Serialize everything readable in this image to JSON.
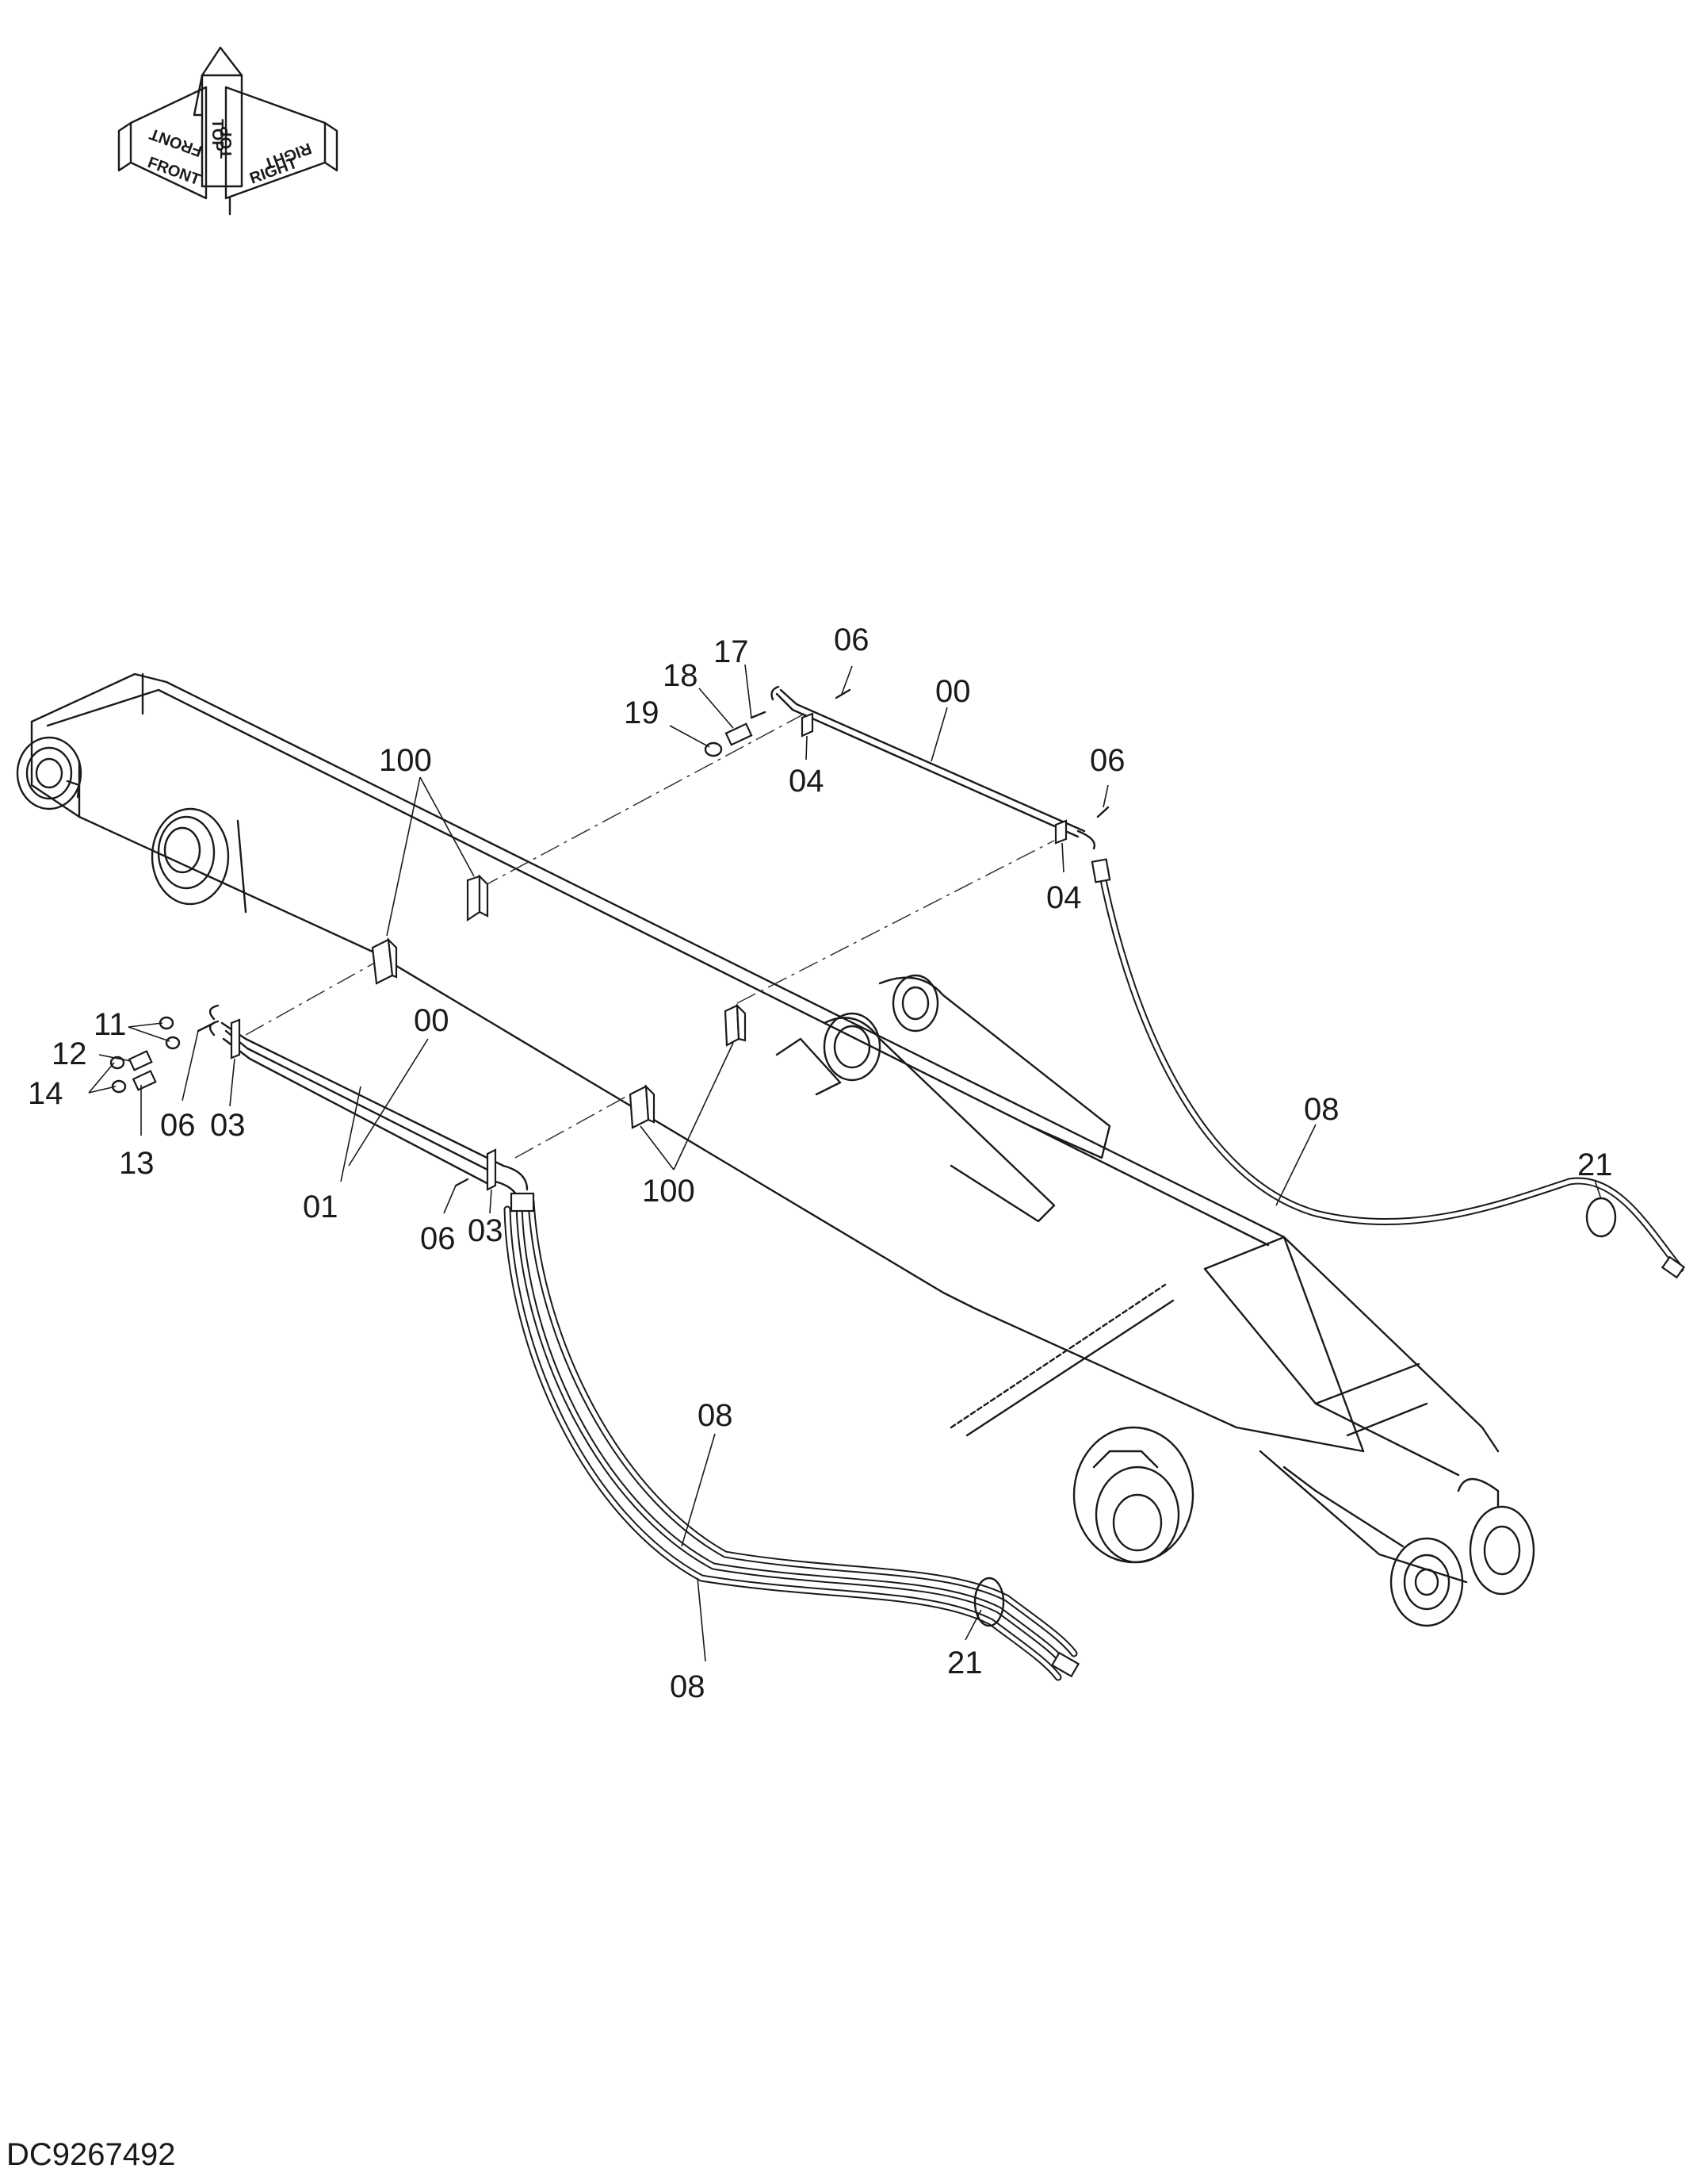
{
  "orientation": {
    "labels": [
      "FRONT",
      "TOP",
      "RIGHT"
    ],
    "labels_mirrored": [
      "FRONT",
      "TOP",
      "RIGHT"
    ]
  },
  "callouts": {
    "c00_upper": "00",
    "c06_upper_a": "06",
    "c06_upper_b": "06",
    "c17": "17",
    "c18": "18",
    "c19": "19",
    "c04_a": "04",
    "c04_b": "04",
    "c100_upper": "100",
    "c08_right": "08",
    "c21_right": "21",
    "c11": "11",
    "c12": "12",
    "c14": "14",
    "c13": "13",
    "c06_left": "06",
    "c03_left": "03",
    "c00_lower": "00",
    "c01": "01",
    "c06_lower": "06",
    "c03_lower": "03",
    "c100_lower": "100",
    "c08_mid_top": "08",
    "c08_mid_bottom": "08",
    "c21_bottom": "21"
  },
  "document_id": "DC9267492",
  "icons": {
    "compass": "orientation-compass-icon",
    "boom": "boom-structure-icon"
  }
}
